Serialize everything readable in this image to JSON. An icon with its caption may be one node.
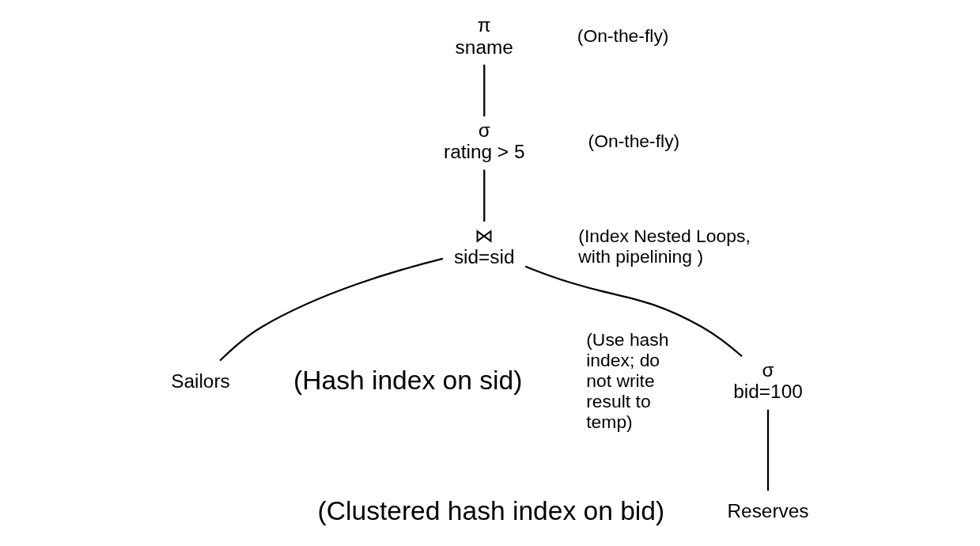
{
  "diagram": {
    "nodes": [
      {
        "text": [
          "π",
          "sname"
        ],
        "beside": [
          "(On-the-fly)"
        ]
      },
      {
        "text": [
          "σ",
          "rating > 5"
        ],
        "beside": [
          "(On-the-fly)"
        ]
      },
      {
        "text": [
          "⋈",
          "sid=sid"
        ],
        "beside": [
          "(Index Nested Loops, with pipelining )"
        ]
      },
      {
        "text": [
          "σ",
          "bid=100"
        ],
        "beside": [
          "(Use hash index; do not write result to temp)"
        ]
      },
      {
        "text": [
          "Sailors"
        ],
        "beside": [
          "(Hash index on sid)"
        ]
      },
      {
        "text": [
          "Reserves"
        ],
        "beside": [
          "(Clustered hash index on bid)"
        ]
      }
    ],
    "edges": [
      {
        "from": 0,
        "to": 1,
        "arrow": "none"
      },
      {
        "from": 1,
        "to": 2,
        "arrow": "none"
      },
      {
        "from": 2,
        "to": 3,
        "arrow": "none"
      },
      {
        "from": 2,
        "to": 4,
        "arrow": "none"
      },
      {
        "from": 3,
        "to": 5,
        "arrow": "none"
      }
    ]
  }
}
